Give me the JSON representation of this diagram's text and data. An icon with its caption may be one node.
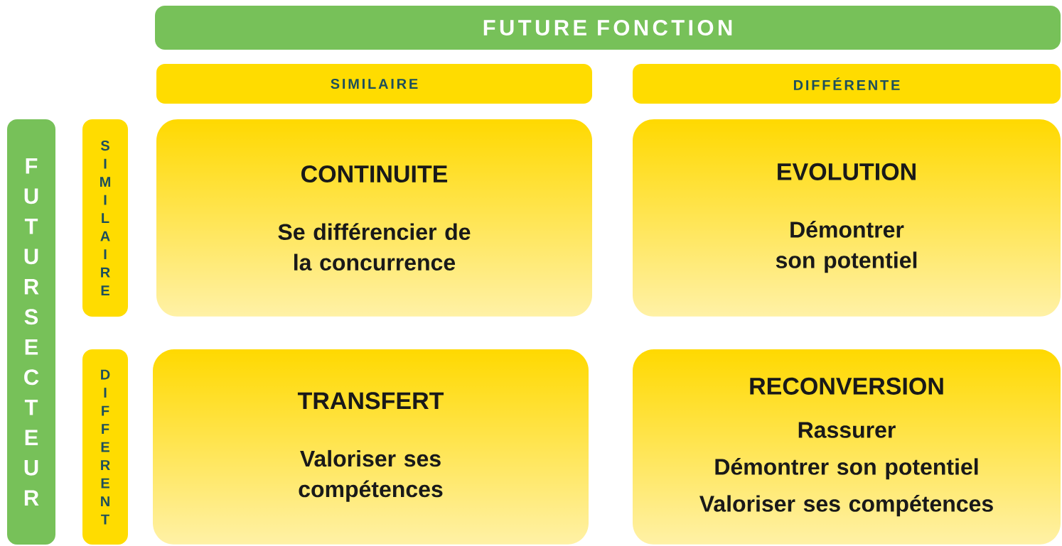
{
  "diagram": {
    "nodes": [
      {
        "text": [
          "FUTURE FONCTION"
        ]
      },
      {
        "text": [
          "SIMILAIRE"
        ]
      },
      {
        "text": [
          "DIFFÉRENTE"
        ]
      },
      {
        "text": [
          "FUTUR SECTEUR"
        ]
      },
      {
        "text": [
          "SIMILAIRE"
        ]
      },
      {
        "text": [
          "DIFFERENT"
        ]
      },
      {
        "text": [
          "CONTINUITE",
          "Se différencier de la concurrence"
        ]
      },
      {
        "text": [
          "EVOLUTION",
          "Démontrer son potentiel"
        ]
      },
      {
        "text": [
          "TRANSFERT",
          "Valoriser ses compétences"
        ]
      },
      {
        "text": [
          "RECONVERSION",
          "Rassurer",
          "Démontrer son potentiel",
          "Valoriser ses compétences"
        ]
      }
    ]
  }
}
